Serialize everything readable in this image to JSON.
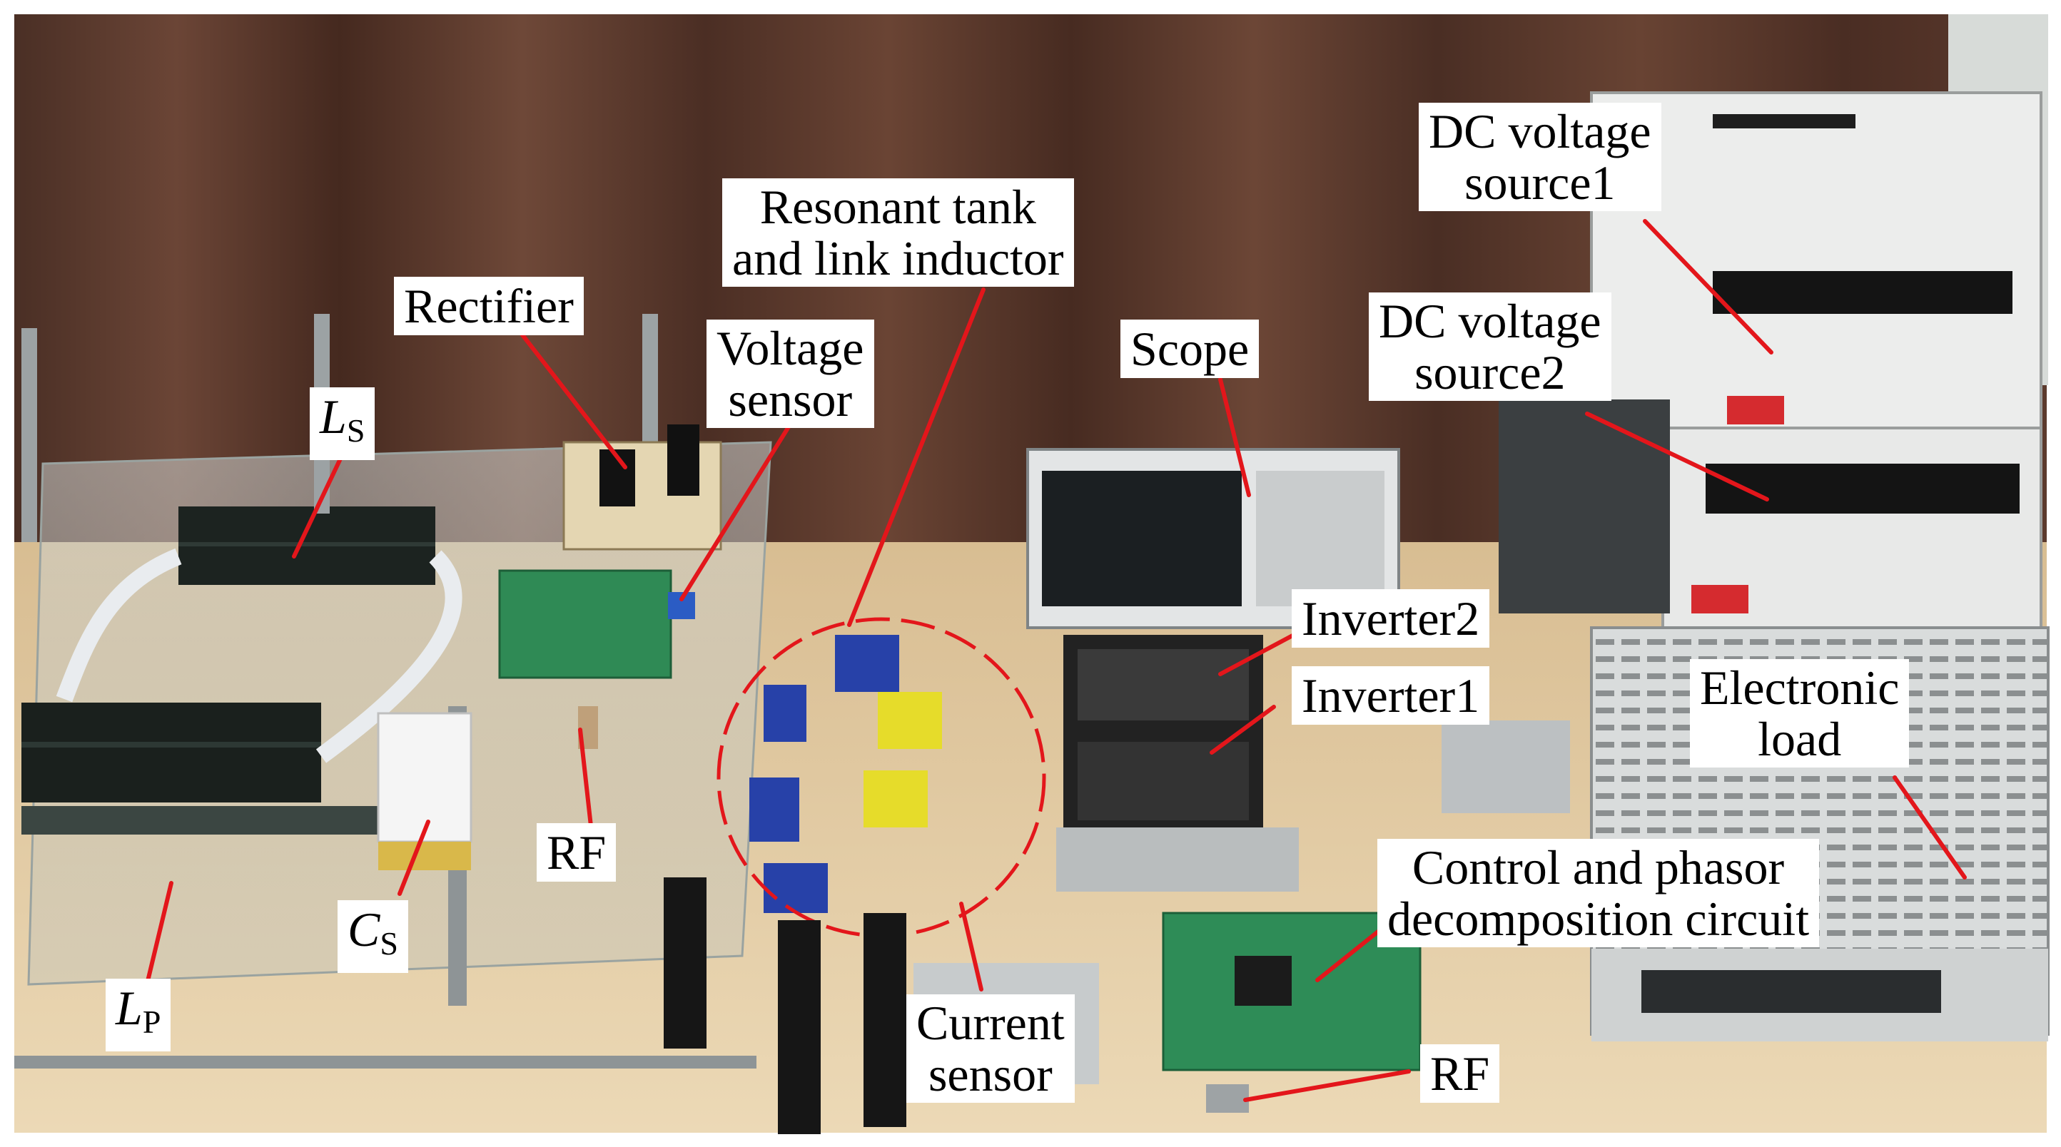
{
  "labels": {
    "ls": {
      "sym": "L",
      "sub": "S"
    },
    "lp": {
      "sym": "L",
      "sub": "P"
    },
    "cs": {
      "sym": "C",
      "sub": "S"
    },
    "rectifier": "Rectifier",
    "voltage_sensor": [
      "Voltage",
      "sensor"
    ],
    "resonant_tank": [
      "Resonant tank",
      "and link inductor"
    ],
    "scope": "Scope",
    "dc_source1": [
      "DC voltage",
      "source1"
    ],
    "dc_source2": [
      "DC voltage",
      "source2"
    ],
    "inverter2": "Inverter2",
    "inverter1": "Inverter1",
    "electronic_load": [
      "Electronic",
      "load"
    ],
    "control_circuit": [
      "Control and phasor",
      "decomposition circuit"
    ],
    "rf_left": "RF",
    "rf_right": "RF",
    "current_sensor": [
      "Current",
      "sensor"
    ]
  },
  "colors": {
    "leader": "#e3161b",
    "curtain": "#5a3a2e",
    "table": "#e6cfa6",
    "label_bg": "#ffffff"
  }
}
